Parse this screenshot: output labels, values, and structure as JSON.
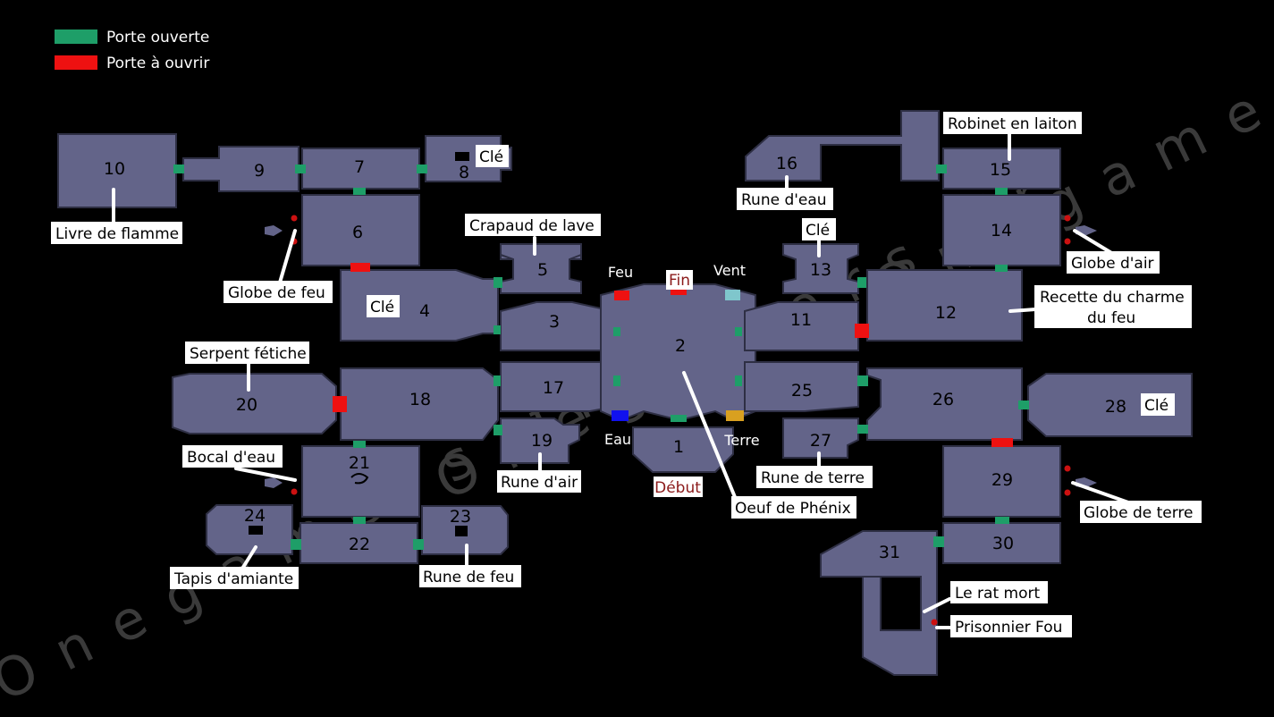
{
  "legend": {
    "open_door": {
      "label": "Porte ouverte",
      "color": "#1e9e68"
    },
    "locked_door": {
      "label": "Porte à ouvrir",
      "color": "#ee1111"
    }
  },
  "rooms": {
    "r1": "1",
    "r2": "2",
    "r3": "3",
    "r4": "4",
    "r5": "5",
    "r6": "6",
    "r7": "7",
    "r8": "8",
    "r9": "9",
    "r10": "10",
    "r11": "11",
    "r12": "12",
    "r13": "13",
    "r14": "14",
    "r15": "15",
    "r16": "16",
    "r17": "17",
    "r18": "18",
    "r19": "19",
    "r20": "20",
    "r21": "21",
    "r22": "22",
    "r23": "23",
    "r24": "24",
    "r25": "25",
    "r26": "26",
    "r27": "27",
    "r28": "28",
    "r29": "29",
    "r30": "30",
    "r31": "31"
  },
  "labels": {
    "livre_flamme": "Livre de flamme",
    "cle_8": "Clé",
    "globe_feu": "Globe de feu",
    "crapaud": "Crapaud de lave",
    "cle_4": "Clé",
    "serpent": "Serpent fétiche",
    "bocal": "Bocal d'eau",
    "rune_air": "Rune d'air",
    "tapis": "Tapis d'amiante",
    "rune_feu": "Rune de feu",
    "rune_eau": "Rune d'eau",
    "robinet": "Robinet en laiton",
    "cle_13": "Clé",
    "globe_air": "Globe d'air",
    "recette_1": "Recette du charme",
    "recette_2": "du feu",
    "oeuf": "Oeuf de Phénix",
    "rune_terre": "Rune de terre",
    "cle_28": "Clé",
    "globe_terre": "Globe de terre",
    "rat": "Le rat mort",
    "prisonnier": "Prisonnier Fou"
  },
  "center": {
    "feu": "Feu",
    "fin": "Fin",
    "vent": "Vent",
    "eau": "Eau",
    "terre": "Terre",
    "debut": "Début"
  },
  "element_colors": {
    "feu": "#ee1111",
    "vent": "#7fc6cc",
    "eau": "#1111ee",
    "terre": "#d9a020"
  },
  "watermark": "Onegamers.fr"
}
